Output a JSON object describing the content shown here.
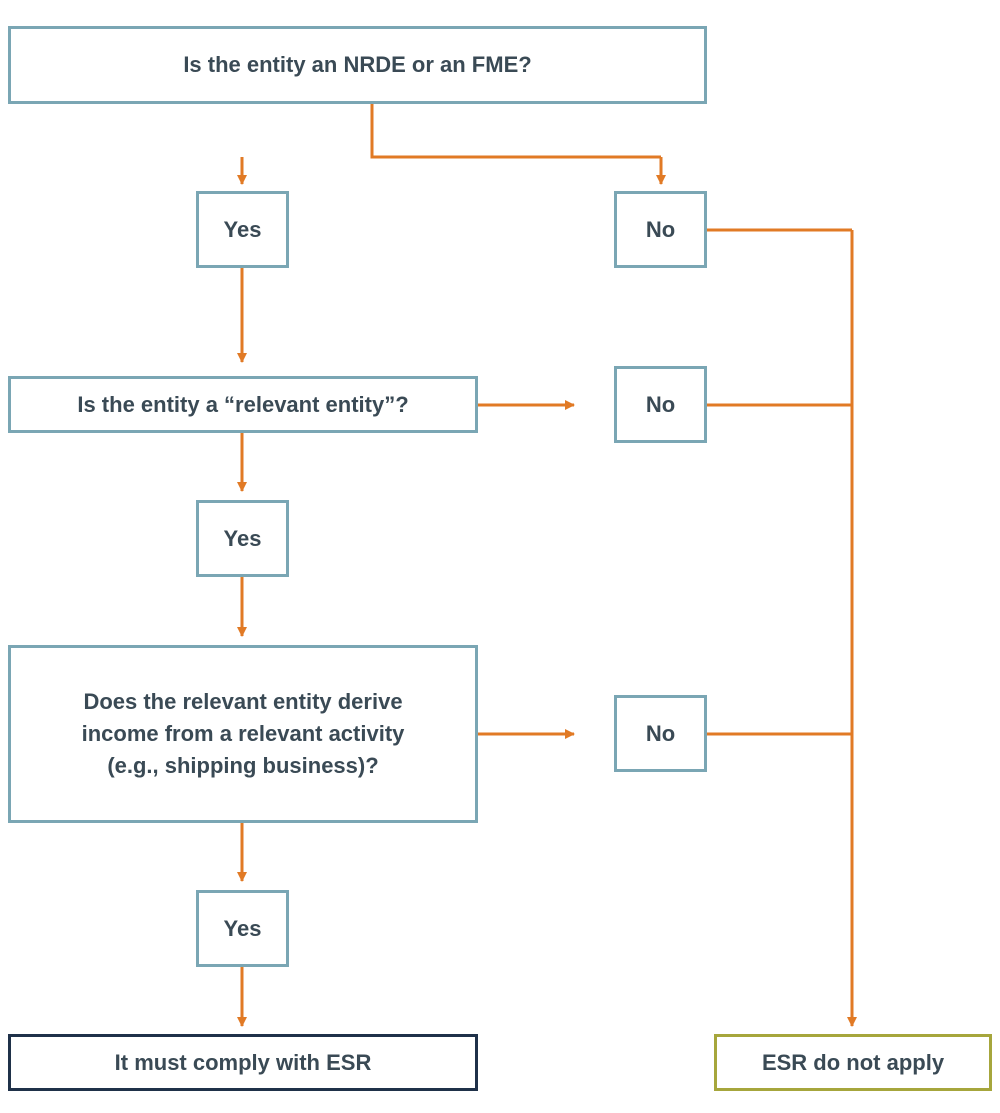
{
  "colors": {
    "box_border": "#7aa6b4",
    "arrow": "#e17a25",
    "text": "#3a4a55",
    "comply_border": "#1f3149",
    "not_apply_border": "#a6a63c"
  },
  "nodes": {
    "q1": "Is the entity an NRDE or an FME?",
    "yes1": "Yes",
    "no1": "No",
    "q2": "Is the entity a “relevant entity”?",
    "no2": "No",
    "yes2": "Yes",
    "q3_line1": "Does the relevant entity derive",
    "q3_line2": "income from a relevant activity",
    "q3_line3": "(e.g., shipping business)?",
    "no3": "No",
    "yes3": "Yes",
    "comply": "It must comply with ESR",
    "not_apply": "ESR do not apply"
  }
}
